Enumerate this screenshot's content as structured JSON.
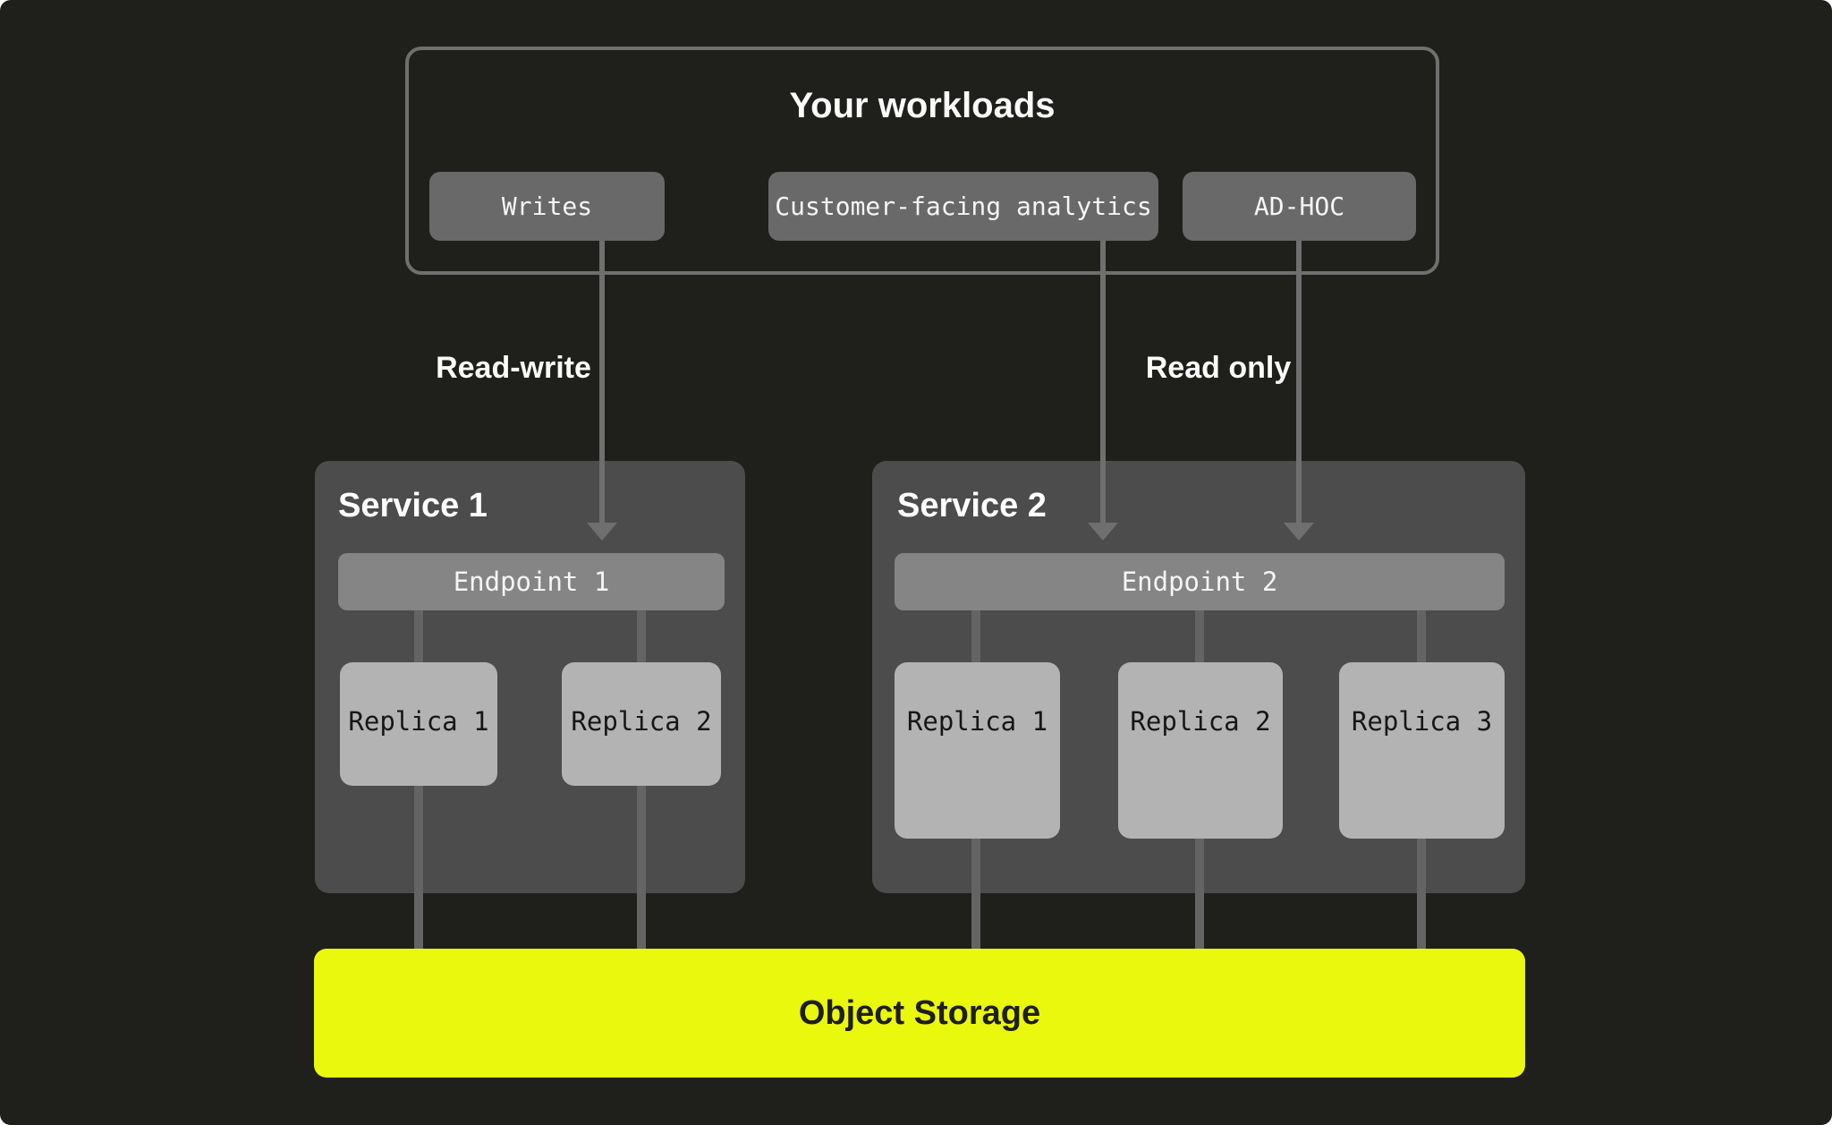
{
  "colors": {
    "canvas_bg": "#1F1F1B",
    "outline": "#6F6F6F",
    "chip_bg": "#696969",
    "service_bg": "#4C4C4C",
    "endpoint_bg": "#858585",
    "replica_bg": "#B3B3B3",
    "line": "#646464",
    "arrow": "#6F6F6F",
    "accent": "#E9F80C"
  },
  "workloads": {
    "title": "Your workloads",
    "buttons": [
      {
        "label": "Writes"
      },
      {
        "label": "Customer-facing analytics"
      },
      {
        "label": "AD-HOC"
      }
    ]
  },
  "flows": {
    "read_write": "Read-write",
    "read_only": "Read only"
  },
  "services": [
    {
      "title": "Service 1",
      "endpoint": "Endpoint 1",
      "replicas": [
        "Replica 1",
        "Replica 2"
      ]
    },
    {
      "title": "Service 2",
      "endpoint": "Endpoint 2",
      "replicas": [
        "Replica 1",
        "Replica 2",
        "Replica 3"
      ]
    }
  ],
  "storage": {
    "label": "Object Storage"
  }
}
